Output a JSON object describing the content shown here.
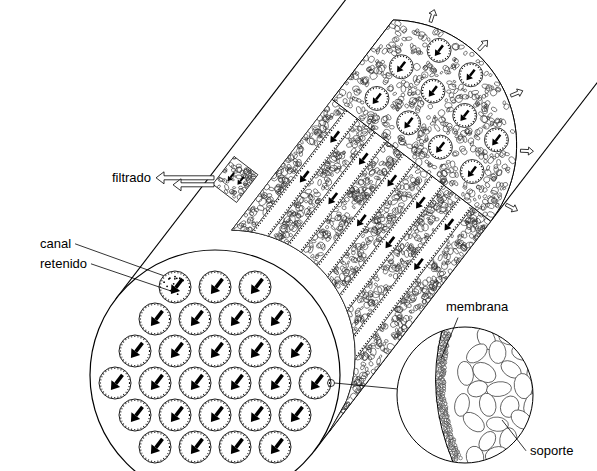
{
  "diagram": {
    "labels": [
      "filtrado",
      "canal",
      "retenido",
      "membrana",
      "soporte"
    ]
  }
}
